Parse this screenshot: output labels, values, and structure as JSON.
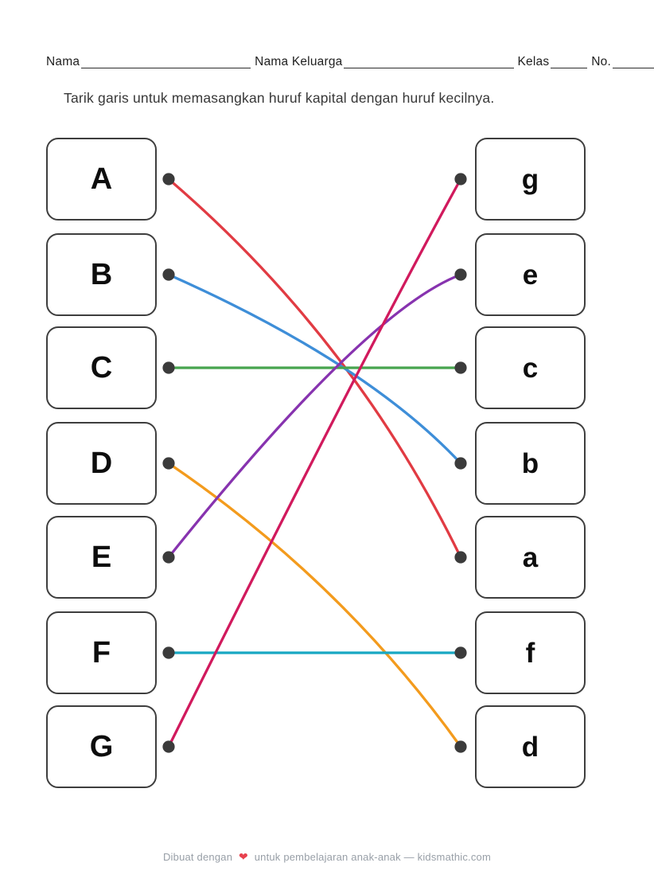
{
  "header": {
    "fields": [
      {
        "label": "Nama"
      },
      {
        "label": "Nama Keluarga"
      },
      {
        "label": "Kelas"
      },
      {
        "label": "No."
      }
    ]
  },
  "instruction": "Tarik garis untuk memasangkan huruf kapital dengan huruf kecilnya.",
  "board": {
    "left_items": [
      "A",
      "B",
      "C",
      "D",
      "E",
      "F",
      "G"
    ],
    "right_items": [
      "g",
      "e",
      "c",
      "b",
      "a",
      "f",
      "d"
    ],
    "connections": [
      {
        "from": "A",
        "to": "a",
        "color": "#e13b43"
      },
      {
        "from": "B",
        "to": "b",
        "color": "#3e8ed8"
      },
      {
        "from": "C",
        "to": "c",
        "color": "#47a44e"
      },
      {
        "from": "D",
        "to": "d",
        "color": "#f39b1d"
      },
      {
        "from": "E",
        "to": "e",
        "color": "#8733af"
      },
      {
        "from": "F",
        "to": "f",
        "color": "#18a7c2"
      },
      {
        "from": "G",
        "to": "g",
        "color": "#d11a5d"
      }
    ],
    "dot_color": "#3b3b3b"
  },
  "footer": {
    "text_before_heart": "Dibuat dengan",
    "heart_icon": "❤",
    "text_after_heart": "untuk pembelajaran anak-anak — kidsmathic.com",
    "heart_color": "#e8414e"
  }
}
